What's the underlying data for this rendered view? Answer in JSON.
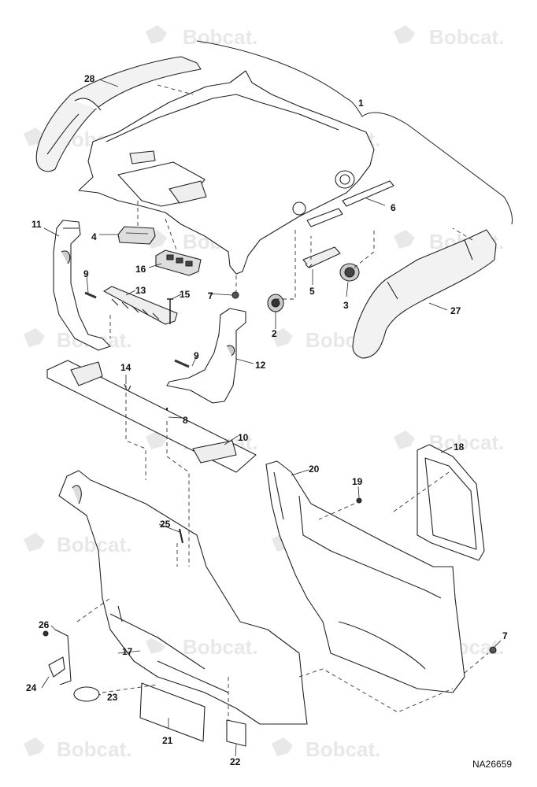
{
  "watermark": {
    "text": "Bobcat.",
    "color": "#e6e6e6"
  },
  "diagram_ref": "NA26659",
  "callouts": [
    "1",
    "2",
    "3",
    "4",
    "5",
    "6",
    "7",
    "7",
    "8",
    "9",
    "9",
    "10",
    "11",
    "12",
    "13",
    "14",
    "15",
    "16",
    "17",
    "18",
    "19",
    "20",
    "21",
    "22",
    "23",
    "24",
    "25",
    "26",
    "27",
    "28"
  ]
}
